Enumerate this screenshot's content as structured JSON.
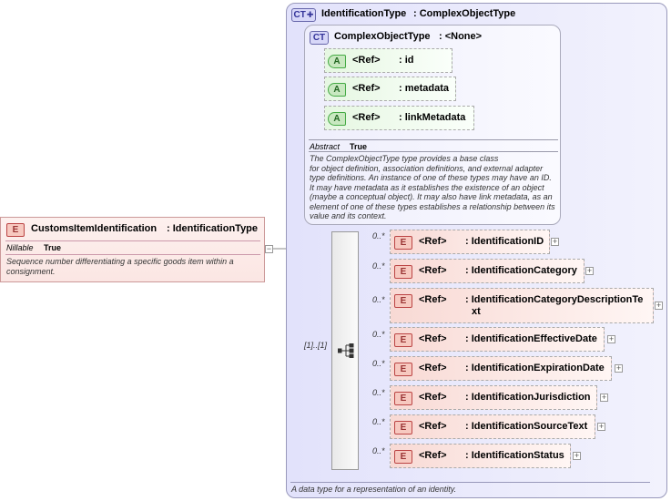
{
  "root_element": {
    "badge": "E",
    "name": "CustomsItemIdentification",
    "type": ": IdentificationType",
    "prop_label": "Nillable",
    "prop_value": "True",
    "description": [
      "Sequence number differentiating a specific goods item within a",
      "consignment."
    ]
  },
  "outer_type": {
    "badge": "CT",
    "name": "IdentificationType",
    "base": ": ComplexObjectType",
    "description": "A data type for a representation of an identity."
  },
  "inner_type": {
    "badge": "CT",
    "name": "ComplexObjectType",
    "base": ": <None>",
    "prop_label": "Abstract",
    "prop_value": "True",
    "description": [
      "The ComplexObjectType type provides a base class",
      "for object definition, association definitions, and external adapter",
      "type definitions. An instance of one of these types may have an ID.",
      "It may have metadata as it establishes the existence of an object",
      "(maybe a conceptual object). It may also have link metadata, as an",
      "element of one of these types establishes a relationship between its",
      "value and its context."
    ],
    "attributes": [
      {
        "badge": "A",
        "ref": "<Ref>",
        "name": ": id"
      },
      {
        "badge": "A",
        "ref": "<Ref>",
        "name": ": metadata"
      },
      {
        "badge": "A",
        "ref": "<Ref>",
        "name": ": linkMetadata"
      }
    ]
  },
  "sequence": {
    "multiplicity": "[1]..[1]",
    "children": [
      {
        "badge": "E",
        "ref": "<Ref>",
        "name": ": IdentificationID",
        "mult": "0..*"
      },
      {
        "badge": "E",
        "ref": "<Ref>",
        "name": ": IdentificationCategory",
        "mult": "0..*"
      },
      {
        "badge": "E",
        "ref": "<Ref>",
        "name": ": IdentificationCategoryDescriptionTe",
        "name2": "xt",
        "mult": "0..*"
      },
      {
        "badge": "E",
        "ref": "<Ref>",
        "name": ": IdentificationEffectiveDate",
        "mult": "0..*"
      },
      {
        "badge": "E",
        "ref": "<Ref>",
        "name": ": IdentificationExpirationDate",
        "mult": "0..*"
      },
      {
        "badge": "E",
        "ref": "<Ref>",
        "name": ": IdentificationJurisdiction",
        "mult": "0..*"
      },
      {
        "badge": "E",
        "ref": "<Ref>",
        "name": ": IdentificationSourceText",
        "mult": "0..*"
      },
      {
        "badge": "E",
        "ref": "<Ref>",
        "name": ": IdentificationStatus",
        "mult": "0..*"
      }
    ]
  },
  "icons": {
    "plus": "+",
    "minus": "−"
  }
}
